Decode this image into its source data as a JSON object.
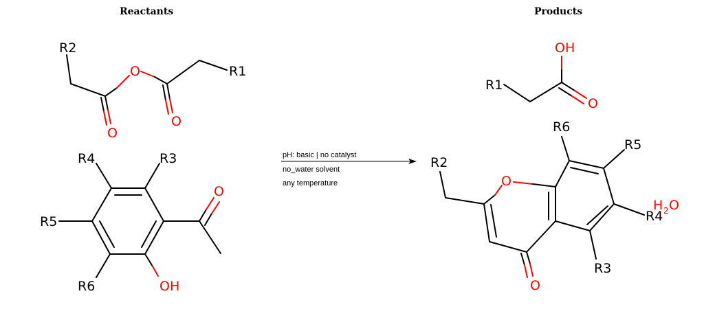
{
  "titles": {
    "reactants": "Reactants",
    "products": "Products"
  },
  "conditions": {
    "ph": "pH: basic | no catalyst",
    "solvent": "no_water solvent",
    "temperature": "any temperature"
  },
  "anhydride": {
    "r2": "R2",
    "o_bridge": "O",
    "o_left": "O",
    "o_right": "O",
    "r1": "R1"
  },
  "hydroxyketone": {
    "r4": "R4",
    "r3": "R3",
    "o_ketone": "O",
    "r5": "R5",
    "r6": "R6",
    "oh": "OH"
  },
  "acid": {
    "oh": "OH",
    "r1": "R1",
    "o": "O"
  },
  "chromone": {
    "r2": "R2",
    "r6": "R6",
    "r5": "R5",
    "o_ring": "O",
    "r4": "R4",
    "r3": "R3",
    "o_keto": "O"
  },
  "water": {
    "h": "H",
    "sub": "2",
    "o": "O"
  },
  "colors": {
    "heteroatom": "#ff0000",
    "bond": "#000000"
  }
}
